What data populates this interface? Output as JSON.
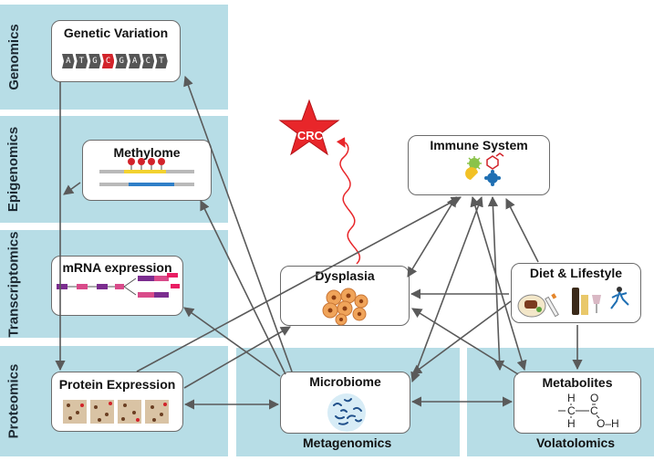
{
  "bands": {
    "genomics": "Genomics",
    "epigenomics": "Epigenomics",
    "transcriptomics": "Transcriptomics",
    "proteomics": "Proteomics",
    "metagenomics": "Metagenomics",
    "volatolomics": "Volatolomics"
  },
  "nodes": {
    "genetic_variation": "Genetic Variation",
    "methylome": "Methylome",
    "mrna_expression": "mRNA expression",
    "protein_expression": "Protein Expression",
    "microbiome": "Microbiome",
    "metabolites": "Metabolites",
    "dysplasia": "Dysplasia",
    "diet_lifestyle": "Diet & Lifestyle",
    "immune_system": "Immune System",
    "crc": "CRC"
  },
  "dna_bases": [
    "A",
    "T",
    "G",
    "C",
    "G",
    "A",
    "C",
    "T"
  ],
  "dna_highlight_index": 3,
  "metabolite_structure": {
    "h1": "H",
    "o1": "O",
    "c1": "C",
    "c2": "C",
    "h2": "H",
    "oh": "O–H"
  },
  "colors": {
    "band": "#b7dde6",
    "arrow": "#5a5a5a",
    "crc_star": "#e8262a",
    "wavy_arrow": "#e8262a",
    "highlight_base": "#d2232a"
  }
}
